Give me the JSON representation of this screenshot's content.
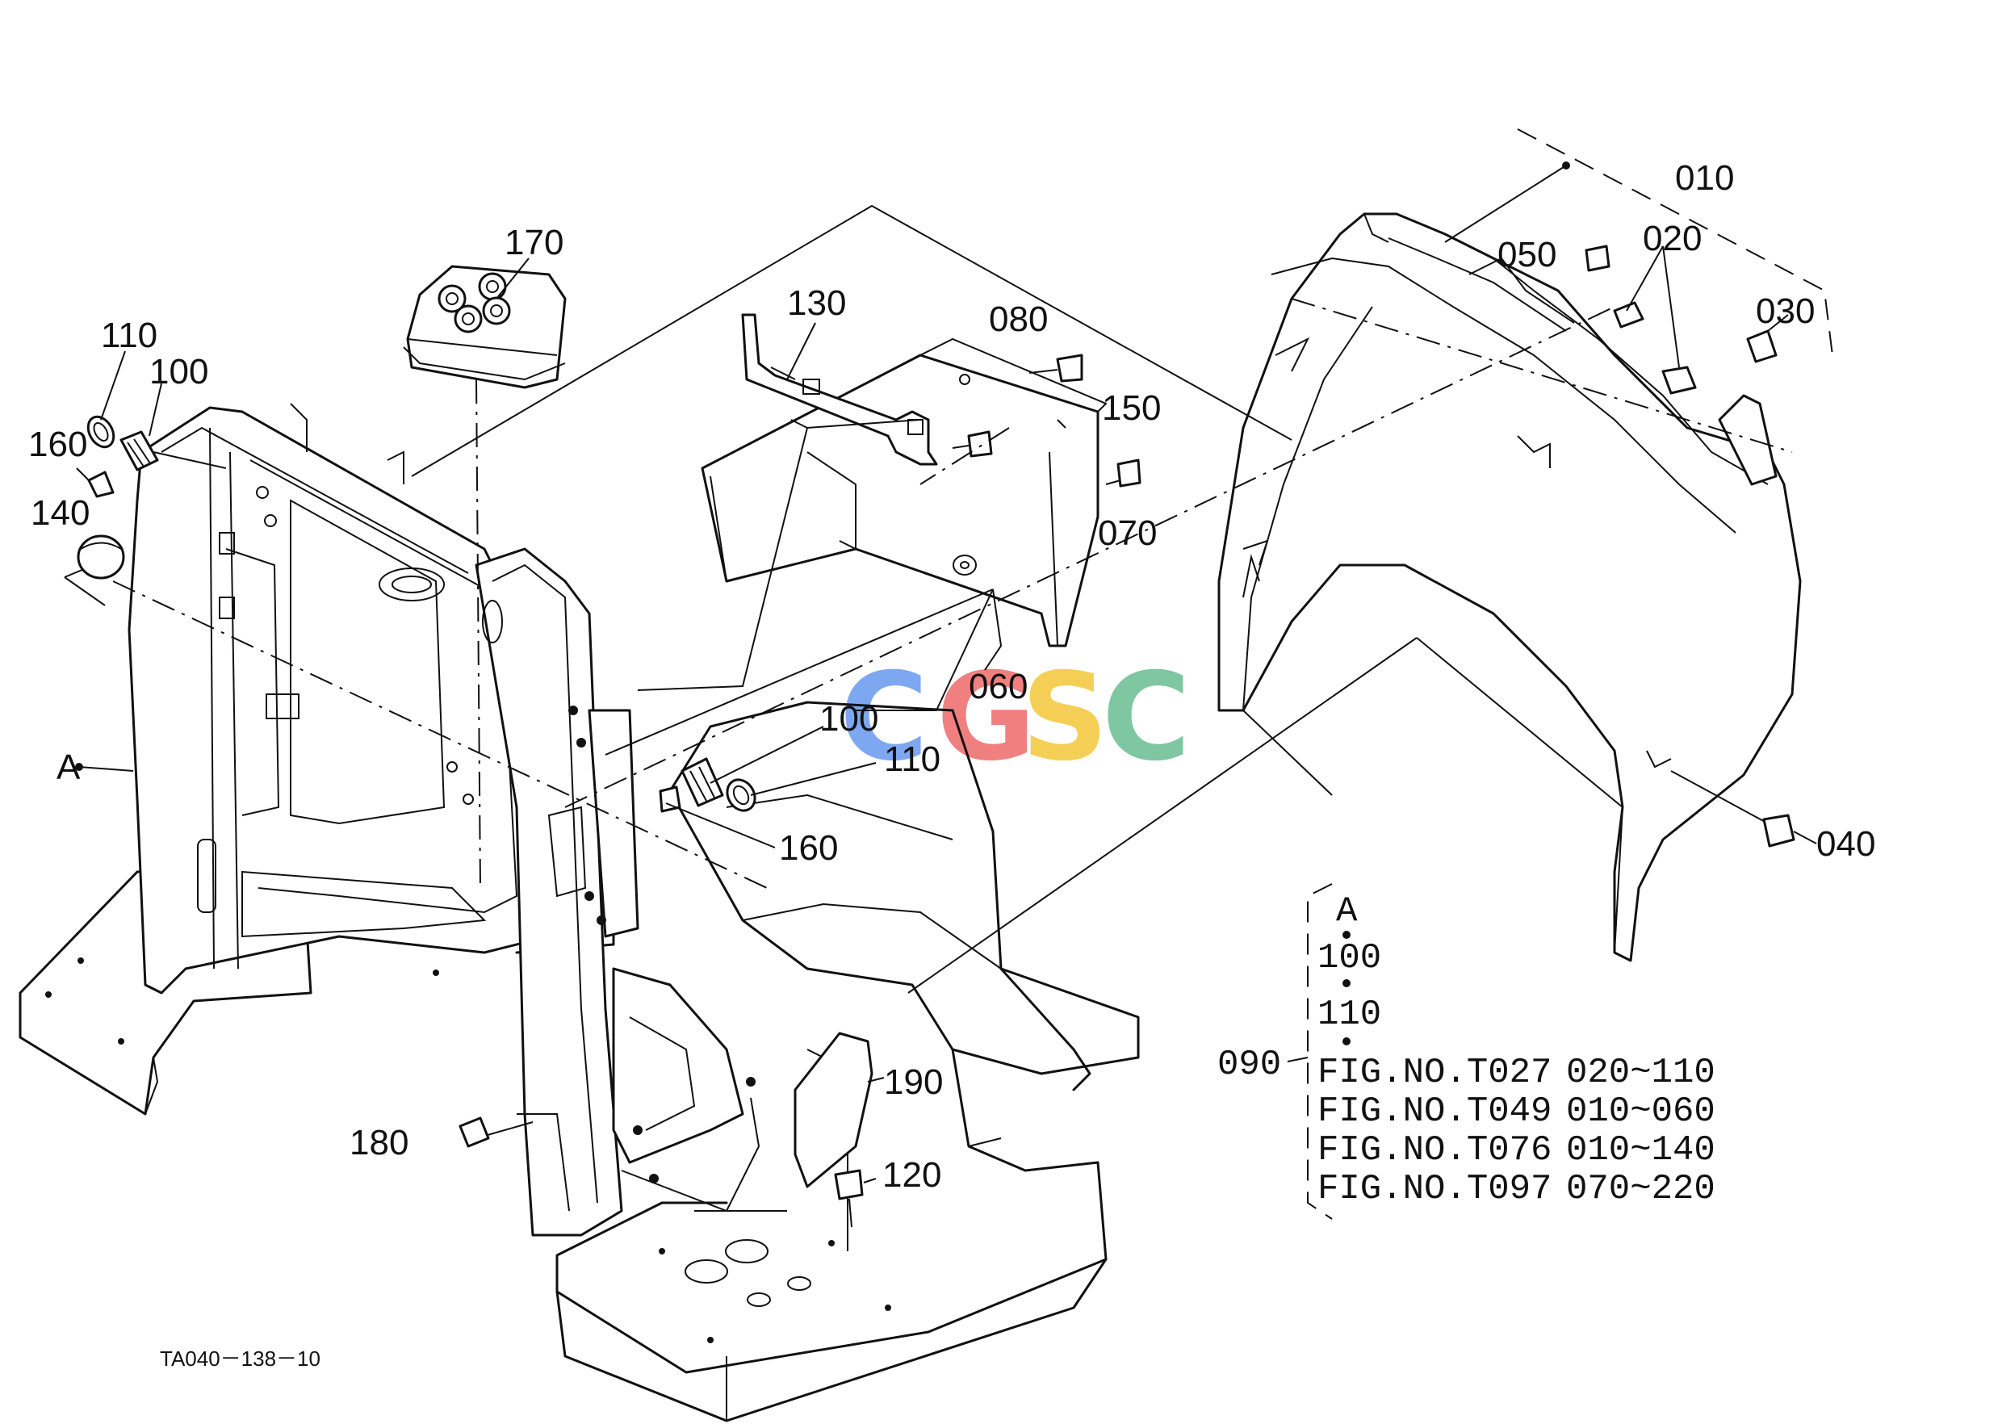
{
  "drawing_code": "TA040－138－10",
  "watermark": {
    "letters": [
      "C",
      "G",
      "S",
      "C"
    ],
    "colors": [
      "#7da7f0",
      "#f08080",
      "#f5cf55",
      "#7fc7a0"
    ]
  },
  "callouts": {
    "p010": "010",
    "p020": "020",
    "p030": "030",
    "p040": "040",
    "p050": "050",
    "p060": "060",
    "p070": "070",
    "p080": "080",
    "p100a": "100",
    "p110a": "110",
    "p160a": "160",
    "p140": "140",
    "pA": "A",
    "p170": "170",
    "p130": "130",
    "p150": "150",
    "p100b": "100",
    "p110b": "110",
    "p160b": "160",
    "p180": "180",
    "p190": "190",
    "p120": "120"
  },
  "assembly": {
    "number": "090",
    "members": [
      "A",
      "100",
      "110"
    ],
    "references": [
      {
        "fig": "FIG.NO.T027",
        "range": "020~110"
      },
      {
        "fig": "FIG.NO.T049",
        "range": "010~060"
      },
      {
        "fig": "FIG.NO.T076",
        "range": "010~140"
      },
      {
        "fig": "FIG.NO.T097",
        "range": "070~220"
      }
    ]
  }
}
